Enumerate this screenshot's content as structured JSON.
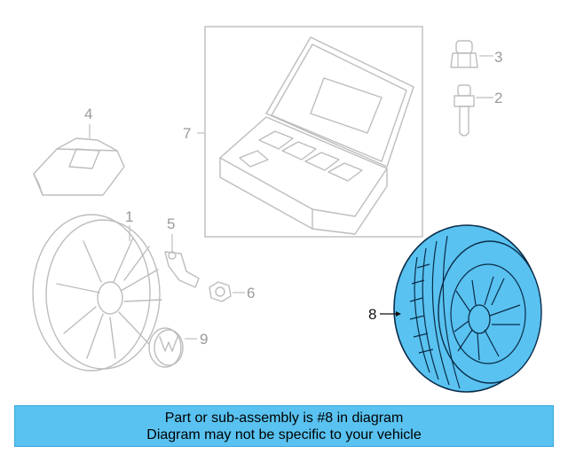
{
  "callouts": {
    "c1": "1",
    "c2": "2",
    "c3": "3",
    "c4": "4",
    "c5": "5",
    "c6": "6",
    "c7": "7",
    "c8": "8",
    "c9": "9"
  },
  "banner": {
    "line1": "Part or sub-assembly is #8 in diagram",
    "line2": "Diagram may not be specific to your vehicle"
  },
  "colors": {
    "highlight_fill": "#59c2f0",
    "banner_bg": "#59c2f0",
    "line_gray": "#bdbdbd"
  }
}
